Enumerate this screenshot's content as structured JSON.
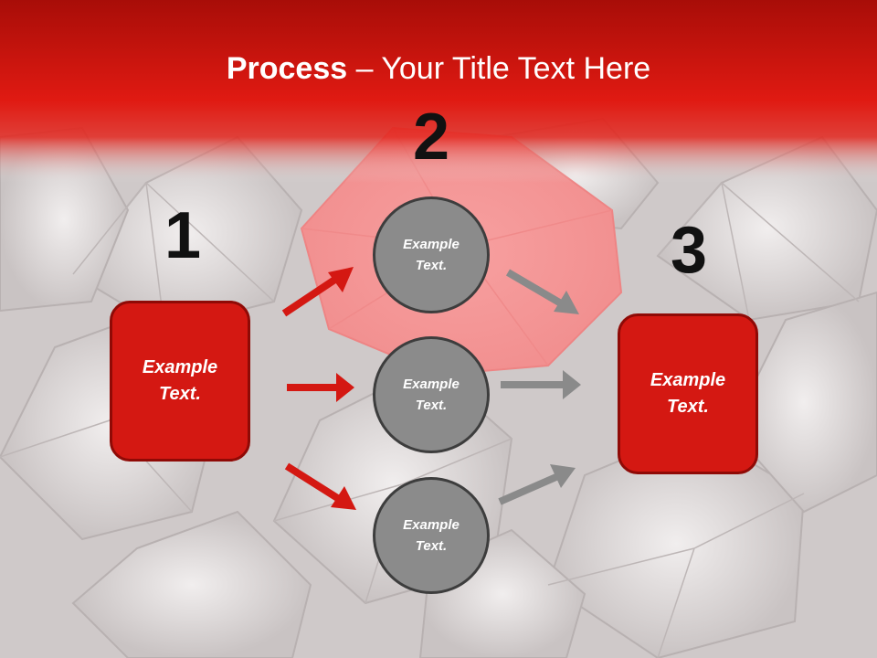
{
  "title": {
    "bold": "Process",
    "dash": " – ",
    "rest": "Your Title Text Here"
  },
  "steps": {
    "one": "1",
    "two": "2",
    "three": "3"
  },
  "left_box": {
    "line1": "Example",
    "line2": "Text."
  },
  "right_box": {
    "line1": "Example",
    "line2": "Text."
  },
  "circles": [
    {
      "line1": "Example",
      "line2": "Text."
    },
    {
      "line1": "Example",
      "line2": "Text."
    },
    {
      "line1": "Example",
      "line2": "Text."
    }
  ],
  "colors": {
    "header_red": "#d41812",
    "box_fill": "#d41812",
    "circle_fill": "#8b8b8b",
    "red_arrow": "#d41812",
    "gray_arrow": "#8a8a8a"
  }
}
